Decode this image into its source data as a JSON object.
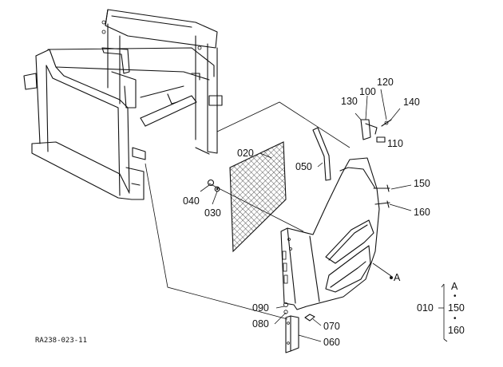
{
  "diagram_id": "RA238-023-11",
  "parts": {
    "p010": "010",
    "p020": "020",
    "p030": "030",
    "p040": "040",
    "p050": "050",
    "p060": "060",
    "p070": "070",
    "p080": "080",
    "p090": "090",
    "p100": "100",
    "p110": "110",
    "p120": "120",
    "p130": "130",
    "p140": "140",
    "p150": "150",
    "p160": "160"
  },
  "ref_marker": "A",
  "ref_point_label": "●A",
  "kit": {
    "label": "A",
    "item1": "150",
    "item2": "160",
    "bullet": "•"
  }
}
